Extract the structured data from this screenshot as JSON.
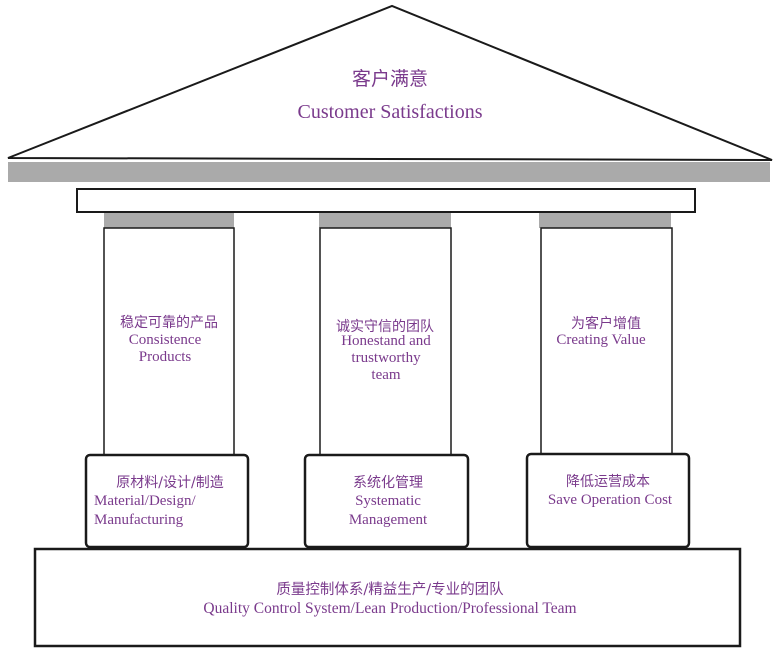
{
  "colors": {
    "text": "#7a3a8c",
    "stroke": "#1a1a1a",
    "band": "#aaaaaa"
  },
  "roof": {
    "zh": "客户满意",
    "en": "Customer Satisfactions"
  },
  "pillars": [
    {
      "zh": "稳定可靠的产品",
      "en": "Consistence\nProducts"
    },
    {
      "zh": "诚实守信的团队",
      "en": "Honestand and\ntrustworthy\nteam"
    },
    {
      "zh": "为客户增值",
      "en": "Creating Value"
    }
  ],
  "bases": [
    {
      "zh": "原材料/设计/制造",
      "en": "Material/Design/\nManufacturing"
    },
    {
      "zh": "系统化管理",
      "en": "Systematic\nManagement"
    },
    {
      "zh": "降低运营成本",
      "en": "Save Operation Cost"
    }
  ],
  "foundation": {
    "zh": "质量控制体系/精益生产/专业的团队",
    "en": "Quality Control System/Lean Production/Professional Team"
  }
}
